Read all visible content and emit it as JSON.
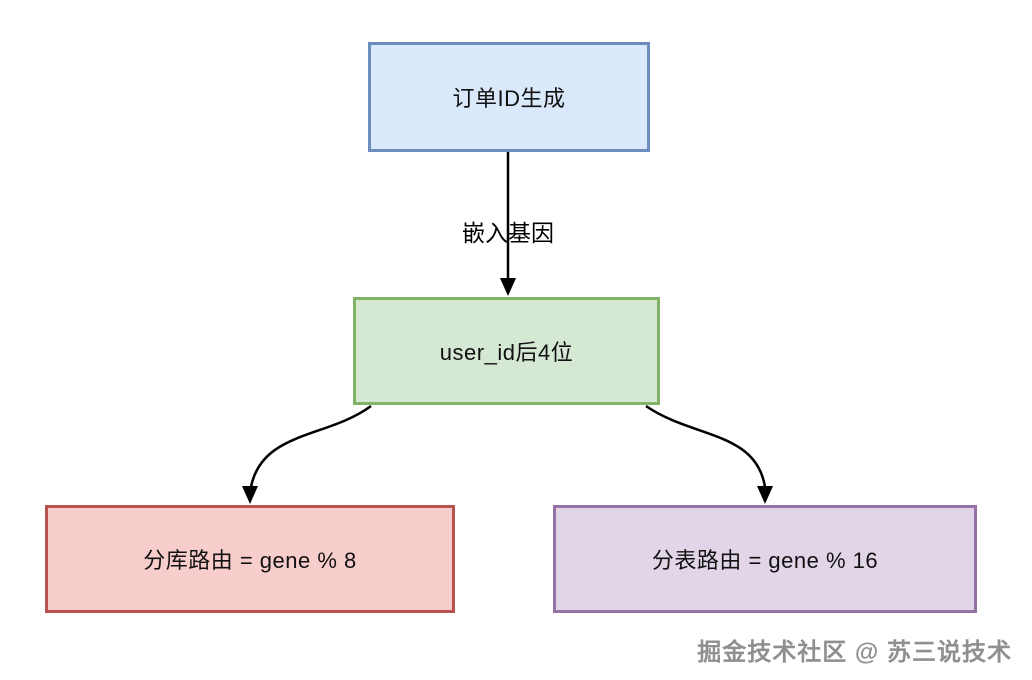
{
  "diagram": {
    "title_node": {
      "label": "订单ID生成",
      "fill": "#dae8fc",
      "border": "#6c8ebf"
    },
    "gene_node": {
      "label": "user_id后4位",
      "fill": "#d5e8d4",
      "border": "#82b366"
    },
    "db_route_node": {
      "label": "分库路由 = gene % 8",
      "fill": "#f8cecc",
      "border": "#b85450"
    },
    "table_route_node": {
      "label": "分表路由 = gene % 16",
      "fill": "#e1d5e7",
      "border": "#9673a6"
    },
    "edge_label": "嵌入基因",
    "watermark": "掘金技术社区 @ 苏三说技术",
    "arrow_color": "#000000",
    "background": "#ffffff"
  }
}
